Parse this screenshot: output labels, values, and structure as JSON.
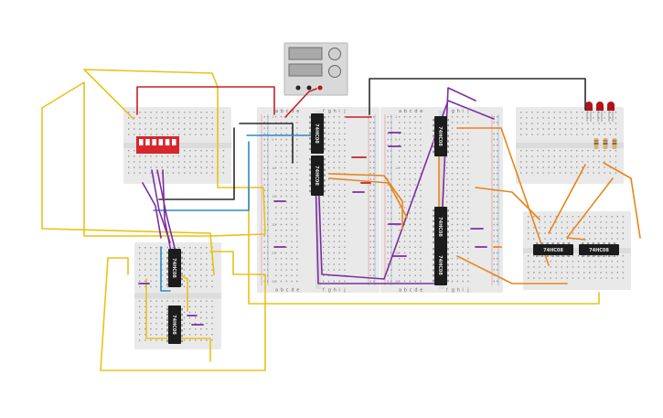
{
  "diagram": {
    "title": "",
    "chips": [
      {
        "name": "chip-74hc08-small-top",
        "label": "74HC08"
      },
      {
        "name": "chip-74hc08-small-bottom",
        "label": "74HC08"
      },
      {
        "name": "chip-74hc08-left-top",
        "label": "74HC08"
      },
      {
        "name": "chip-74hc08-left-bottom",
        "label": "74HC08"
      },
      {
        "name": "chip-74hc08-right-top",
        "label": "74HC08"
      },
      {
        "name": "chip-74hc08-right-mid",
        "label": "74HC08"
      },
      {
        "name": "chip-74hc08-right-bottom",
        "label": "74HC08"
      },
      {
        "name": "chip-74hc08-board-left",
        "label": "74HC08"
      },
      {
        "name": "chip-74hc08-board-right",
        "label": "74HC08"
      }
    ],
    "column_letters_top": [
      "a",
      "b",
      "c",
      "d",
      "e",
      "f",
      "g",
      "h",
      "i",
      "j"
    ],
    "row_numbers": [
      "1",
      "5",
      "10",
      "15",
      "20",
      "25",
      "30"
    ],
    "colors": {
      "wire_yellow": "#e8c21a",
      "wire_purple": "#7b2f9e",
      "wire_black": "#2b2b2b",
      "wire_red": "#c8202a",
      "wire_blue": "#2a8bc8",
      "wire_orange": "#e8861a",
      "breadboard": "#e9e9e9",
      "chip": "#1c1c1c",
      "dip_switch": "#d7262c",
      "led": "#b0141b"
    },
    "components": {
      "power_supply": "power-supply",
      "dip_switch": "dip-switch-6",
      "leds": [
        "led-1",
        "led-2",
        "led-3"
      ]
    }
  }
}
